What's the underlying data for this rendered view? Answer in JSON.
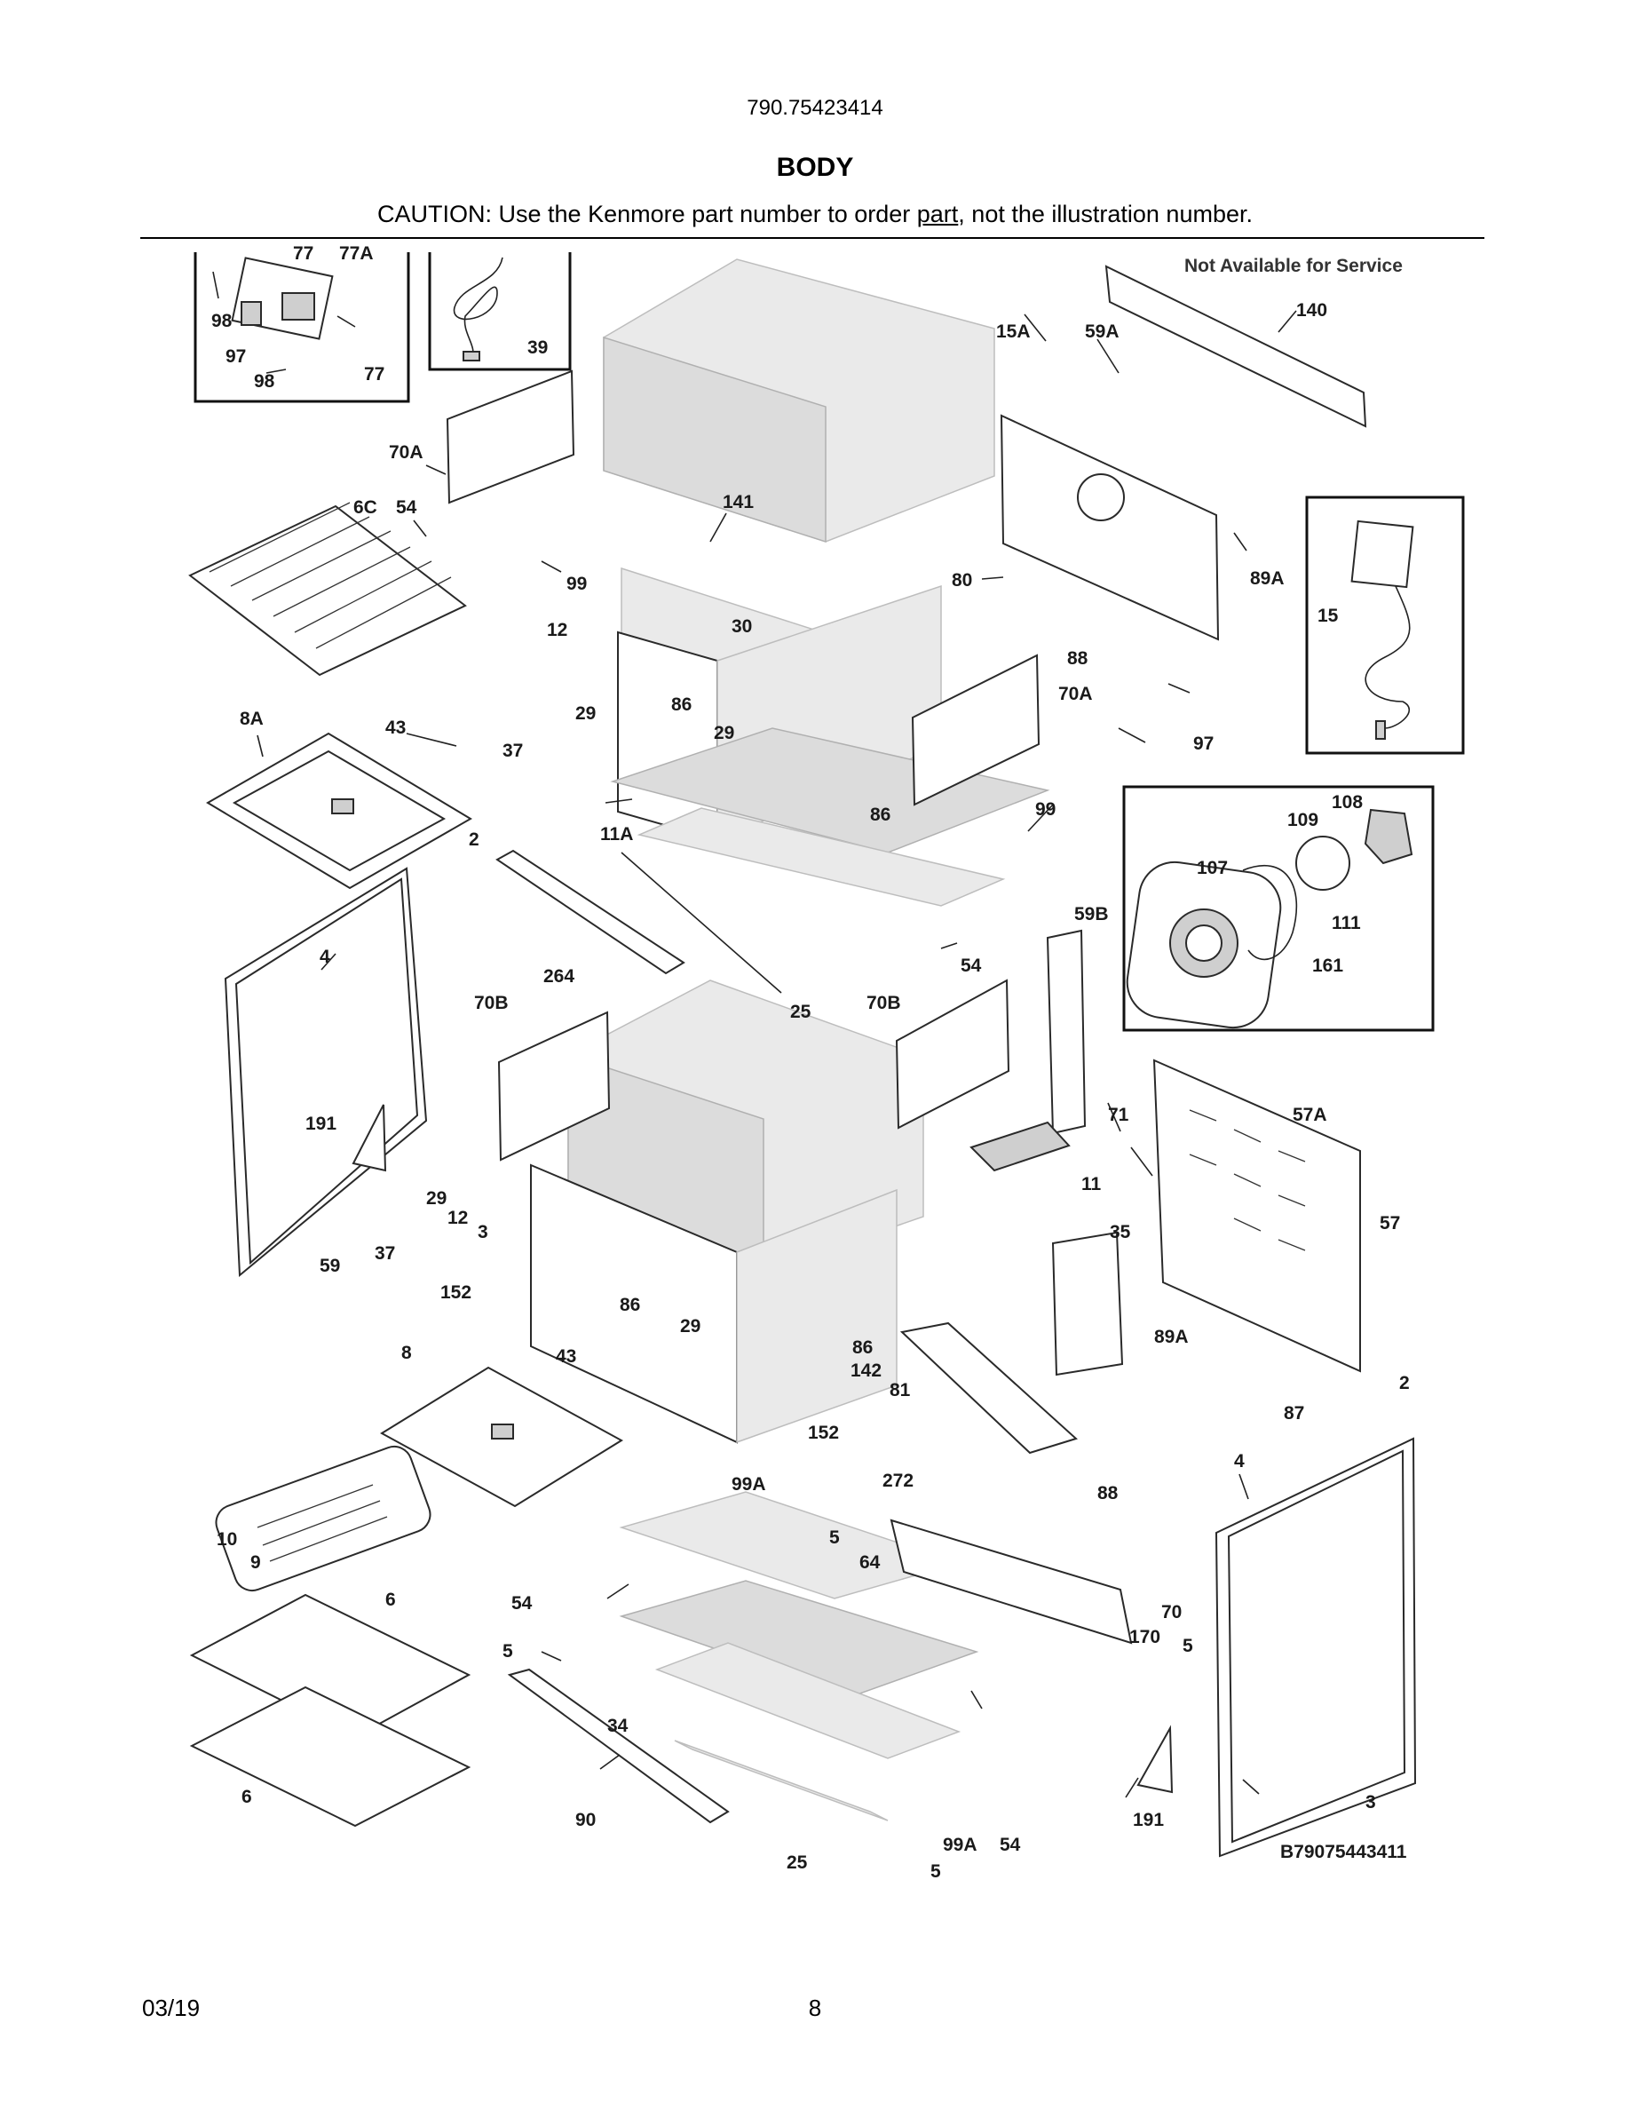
{
  "header": {
    "model_number": "790.75423414",
    "title": "BODY",
    "caution_prefix": "CAUTION: Use the Kenmore part number to order ",
    "caution_underlined": "part",
    "caution_suffix": ", not the illustration number."
  },
  "diagram": {
    "note": "Not Available for Service",
    "drawing_id": "B79075443411",
    "callouts": [
      "77",
      "77A",
      "98",
      "97",
      "98",
      "77",
      "39",
      "15A",
      "59A",
      "140",
      "70A",
      "6C",
      "54",
      "141",
      "99",
      "80",
      "89A",
      "15",
      "12",
      "30",
      "86",
      "88",
      "29",
      "70A",
      "97",
      "8A",
      "43",
      "37",
      "29",
      "86",
      "11A",
      "2",
      "99",
      "108",
      "109",
      "107",
      "111",
      "161",
      "4",
      "264",
      "54",
      "59B",
      "70B",
      "25",
      "70B",
      "191",
      "71",
      "57A",
      "29",
      "12",
      "11",
      "59",
      "3",
      "37",
      "152",
      "86",
      "29",
      "35",
      "57",
      "43",
      "86",
      "142",
      "81",
      "89A",
      "2",
      "8",
      "152",
      "87",
      "272",
      "88",
      "4",
      "99A",
      "5",
      "10",
      "9",
      "64",
      "70",
      "6",
      "54",
      "170",
      "5",
      "5",
      "34",
      "6",
      "90",
      "25",
      "99A",
      "54",
      "191",
      "3",
      "5"
    ]
  },
  "footer": {
    "date": "03/19",
    "page": "8"
  }
}
